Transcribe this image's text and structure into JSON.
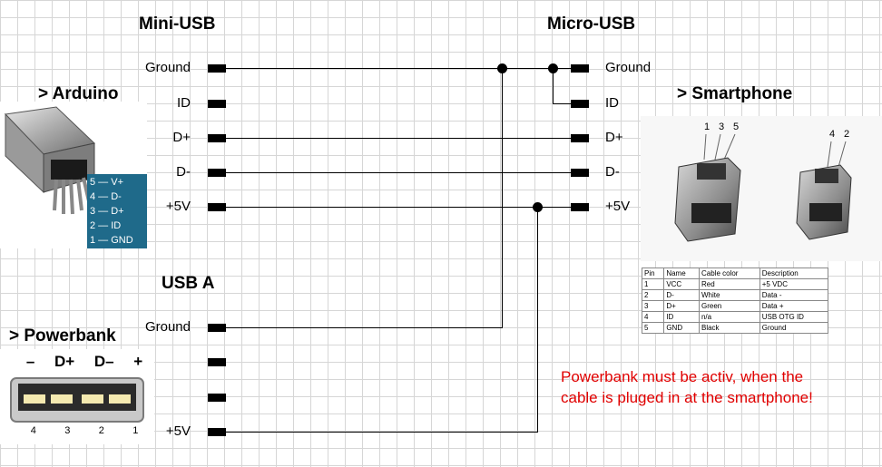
{
  "mini_usb": {
    "title": "Mini-USB",
    "pins": [
      "Ground",
      "ID",
      "D+",
      "D-",
      "+5V"
    ]
  },
  "micro_usb": {
    "title": "Micro-USB",
    "pins": [
      "Ground",
      "ID",
      "D+",
      "D-",
      "+5V"
    ]
  },
  "usb_a": {
    "title": "USB A",
    "pins": [
      "Ground",
      "+5V"
    ]
  },
  "arduino": {
    "title": "> Arduino",
    "pinout": [
      "5 — V+",
      "4 — D-",
      "3 — D+",
      "2 — ID",
      "1 — GND"
    ]
  },
  "smartphone": {
    "title": "> Smartphone",
    "photo_labels": [
      "1",
      "3",
      "5",
      "4",
      "2"
    ],
    "table": {
      "headers": [
        "Pin",
        "Name",
        "Cable color",
        "Description"
      ],
      "rows": [
        [
          "1",
          "VCC",
          "Red",
          "+5 VDC"
        ],
        [
          "2",
          "D-",
          "White",
          "Data -"
        ],
        [
          "3",
          "D+",
          "Green",
          "Data +"
        ],
        [
          "4",
          "ID",
          "n/a",
          "USB OTG ID"
        ],
        [
          "5",
          "GND",
          "Black",
          "Ground"
        ]
      ]
    }
  },
  "powerbank": {
    "title": "> Powerbank",
    "top_labels": [
      "–",
      "D+",
      "D–",
      "+"
    ],
    "bottom_labels": [
      "4",
      "3",
      "2",
      "1"
    ]
  },
  "note": {
    "line1": "Powerbank must be activ, when the",
    "line2": "cable is pluged in at the smartphone!"
  },
  "colors": {
    "note_red": "#e00000",
    "arduino_table": "#1f6a8a",
    "grid": "#d6d6d6"
  }
}
